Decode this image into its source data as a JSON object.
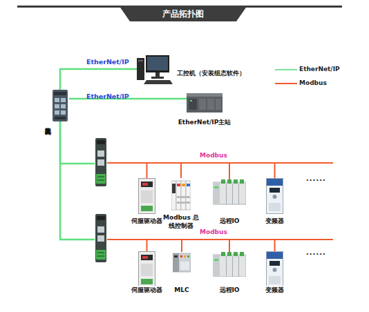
{
  "diagram": {
    "title": "产品拓扑图",
    "nodes": [
      {
        "text": [
          "工业交换机"
        ]
      },
      {
        "text": [
          "工控机（安装组态软件）"
        ]
      },
      {
        "text": [
          "EtherNet/IP主站"
        ]
      },
      {
        "text": []
      },
      {
        "text": [
          "伺服驱动器"
        ]
      },
      {
        "text": [
          "Modbus 总线控制器"
        ]
      },
      {
        "text": [
          "远程IO"
        ]
      },
      {
        "text": [
          "变频器"
        ]
      },
      {
        "text": []
      },
      {
        "text": [
          "伺服驱动器"
        ]
      },
      {
        "text": [
          "MLC"
        ]
      },
      {
        "text": [
          "远程IO"
        ]
      },
      {
        "text": [
          "变频器"
        ]
      }
    ],
    "edges": [
      {
        "from": 0,
        "to": 1,
        "arrow": "none",
        "label": "EtherNet/IP"
      },
      {
        "from": 0,
        "to": 2,
        "arrow": "none",
        "label": "EtherNet/IP"
      },
      {
        "from": 0,
        "to": 3,
        "arrow": "none"
      },
      {
        "from": 0,
        "to": 8,
        "arrow": "none"
      },
      {
        "from": 3,
        "to": 4,
        "arrow": "none"
      },
      {
        "from": 3,
        "to": 5,
        "arrow": "none"
      },
      {
        "from": 3,
        "to": 6,
        "arrow": "none",
        "label": "Modbus"
      },
      {
        "from": 3,
        "to": 7,
        "arrow": "none"
      },
      {
        "from": 8,
        "to": 9,
        "arrow": "none"
      },
      {
        "from": 8,
        "to": 10,
        "arrow": "none"
      },
      {
        "from": 8,
        "to": 11,
        "arrow": "none",
        "label": "Modbus"
      },
      {
        "from": 8,
        "to": 12,
        "arrow": "none"
      }
    ],
    "labels": [
      "......",
      "......"
    ],
    "legend": [
      {
        "text": "EtherNet/IP"
      },
      {
        "text": "Modbus"
      }
    ]
  }
}
